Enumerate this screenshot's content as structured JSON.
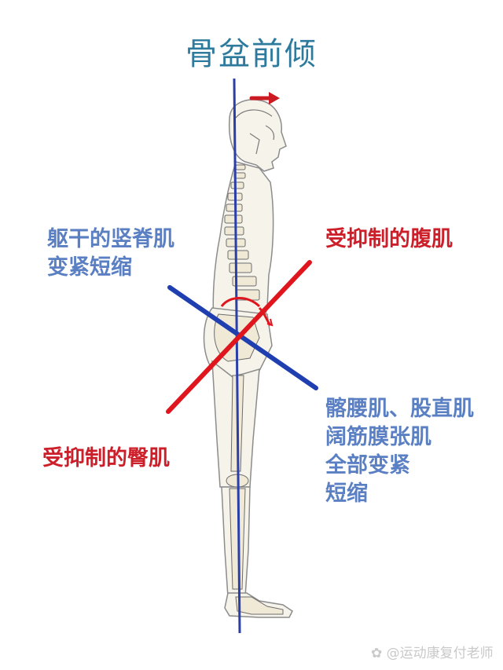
{
  "title": "骨盆前倾",
  "labels": {
    "erector_spinae": [
      "躯干的竖脊肌",
      "变紧短缩"
    ],
    "abdominals": "受抑制的腹肌",
    "gluteals": "受抑制的臀肌",
    "hip_flexors": [
      "髂腰肌、股直肌",
      "阔筋膜张肌",
      "全部变紧",
      "短缩"
    ]
  },
  "watermark": "@运动康复付老师",
  "colors": {
    "title": "#2e7a9c",
    "blue_label": "#5a7fc2",
    "red_label": "#cc1f2a",
    "plumb_line": "#2b3fa8",
    "blue_line": "#1f3fb0",
    "red_line": "#e0161f",
    "bone_fill": "#f3efe2",
    "bone_outline": "#8a8a8a"
  },
  "icons": {
    "arrow": "red-right-arrow",
    "rotation": "red-curved-rotation-arrow"
  }
}
